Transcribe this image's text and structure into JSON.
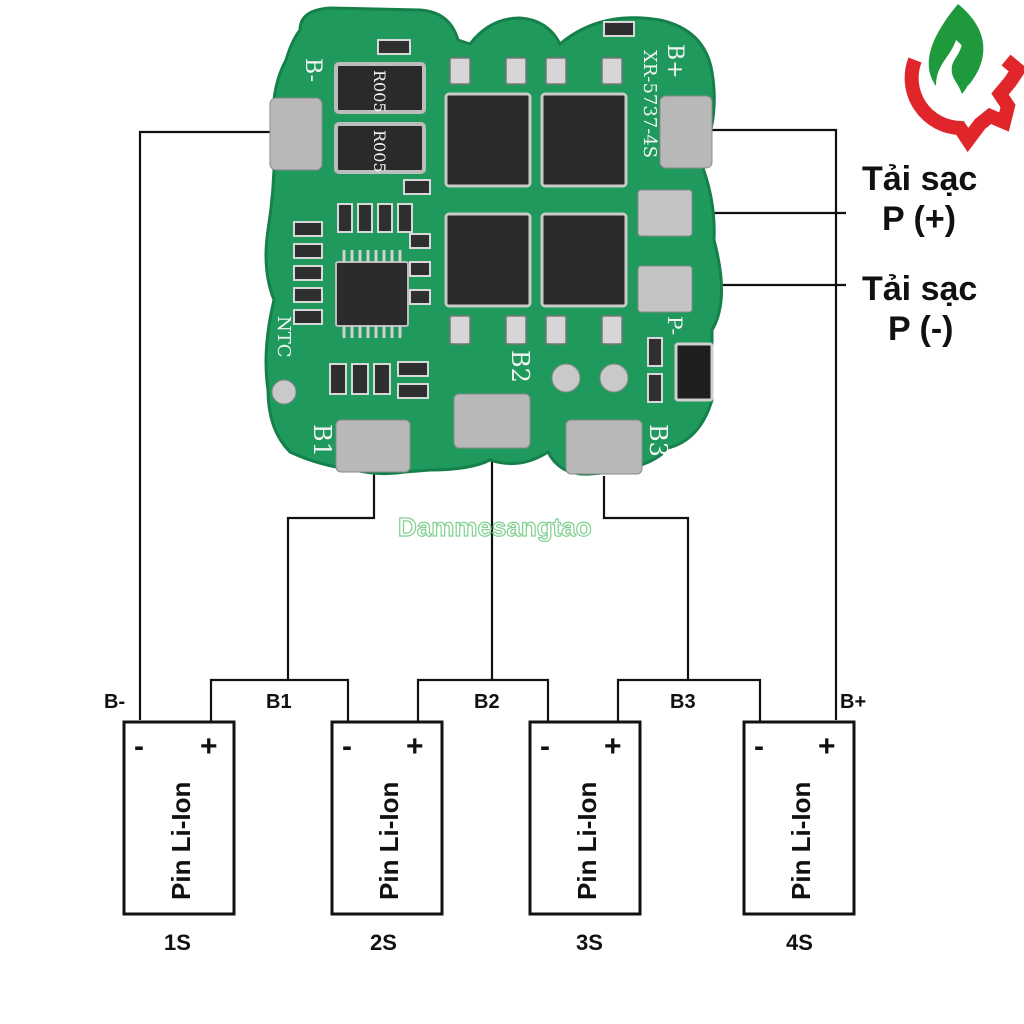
{
  "title": "4S Li-ion BMS wiring diagram",
  "board": {
    "silk_text": "XR-5737-4S",
    "pad_labels": {
      "bminus": "B-",
      "bplus": "B+",
      "p_minus": "P-",
      "ntc": "NTC",
      "b1": "B1",
      "b2": "B2",
      "b3": "B3"
    },
    "resistor_code": "R005",
    "colors": {
      "pcb": "#1f9a5c",
      "pcb_edge": "#16804a",
      "pad": "#b8b8b8",
      "mosfet": "#2b2b2b"
    }
  },
  "load_labels": {
    "plus_line1": "Tải sạc",
    "plus_line2": "P (+)",
    "minus_line1": "Tải sạc",
    "minus_line2": "P (-)"
  },
  "watermark": "Dammesangtao",
  "wire_labels": {
    "bminus": "B-",
    "b1": "B1",
    "b2": "B2",
    "b3": "B3",
    "bplus": "B+"
  },
  "cells": [
    {
      "name": "Pin Li-Ion",
      "series": "1S",
      "minus": "-",
      "plus": "+"
    },
    {
      "name": "Pin Li-Ion",
      "series": "2S",
      "minus": "-",
      "plus": "+"
    },
    {
      "name": "Pin Li-Ion",
      "series": "3S",
      "minus": "-",
      "plus": "+"
    },
    {
      "name": "Pin Li-Ion",
      "series": "4S",
      "minus": "-",
      "plus": "+"
    }
  ],
  "logo": {
    "colors": {
      "gear": "#e0262a",
      "flame": "#1e9a3c"
    }
  }
}
